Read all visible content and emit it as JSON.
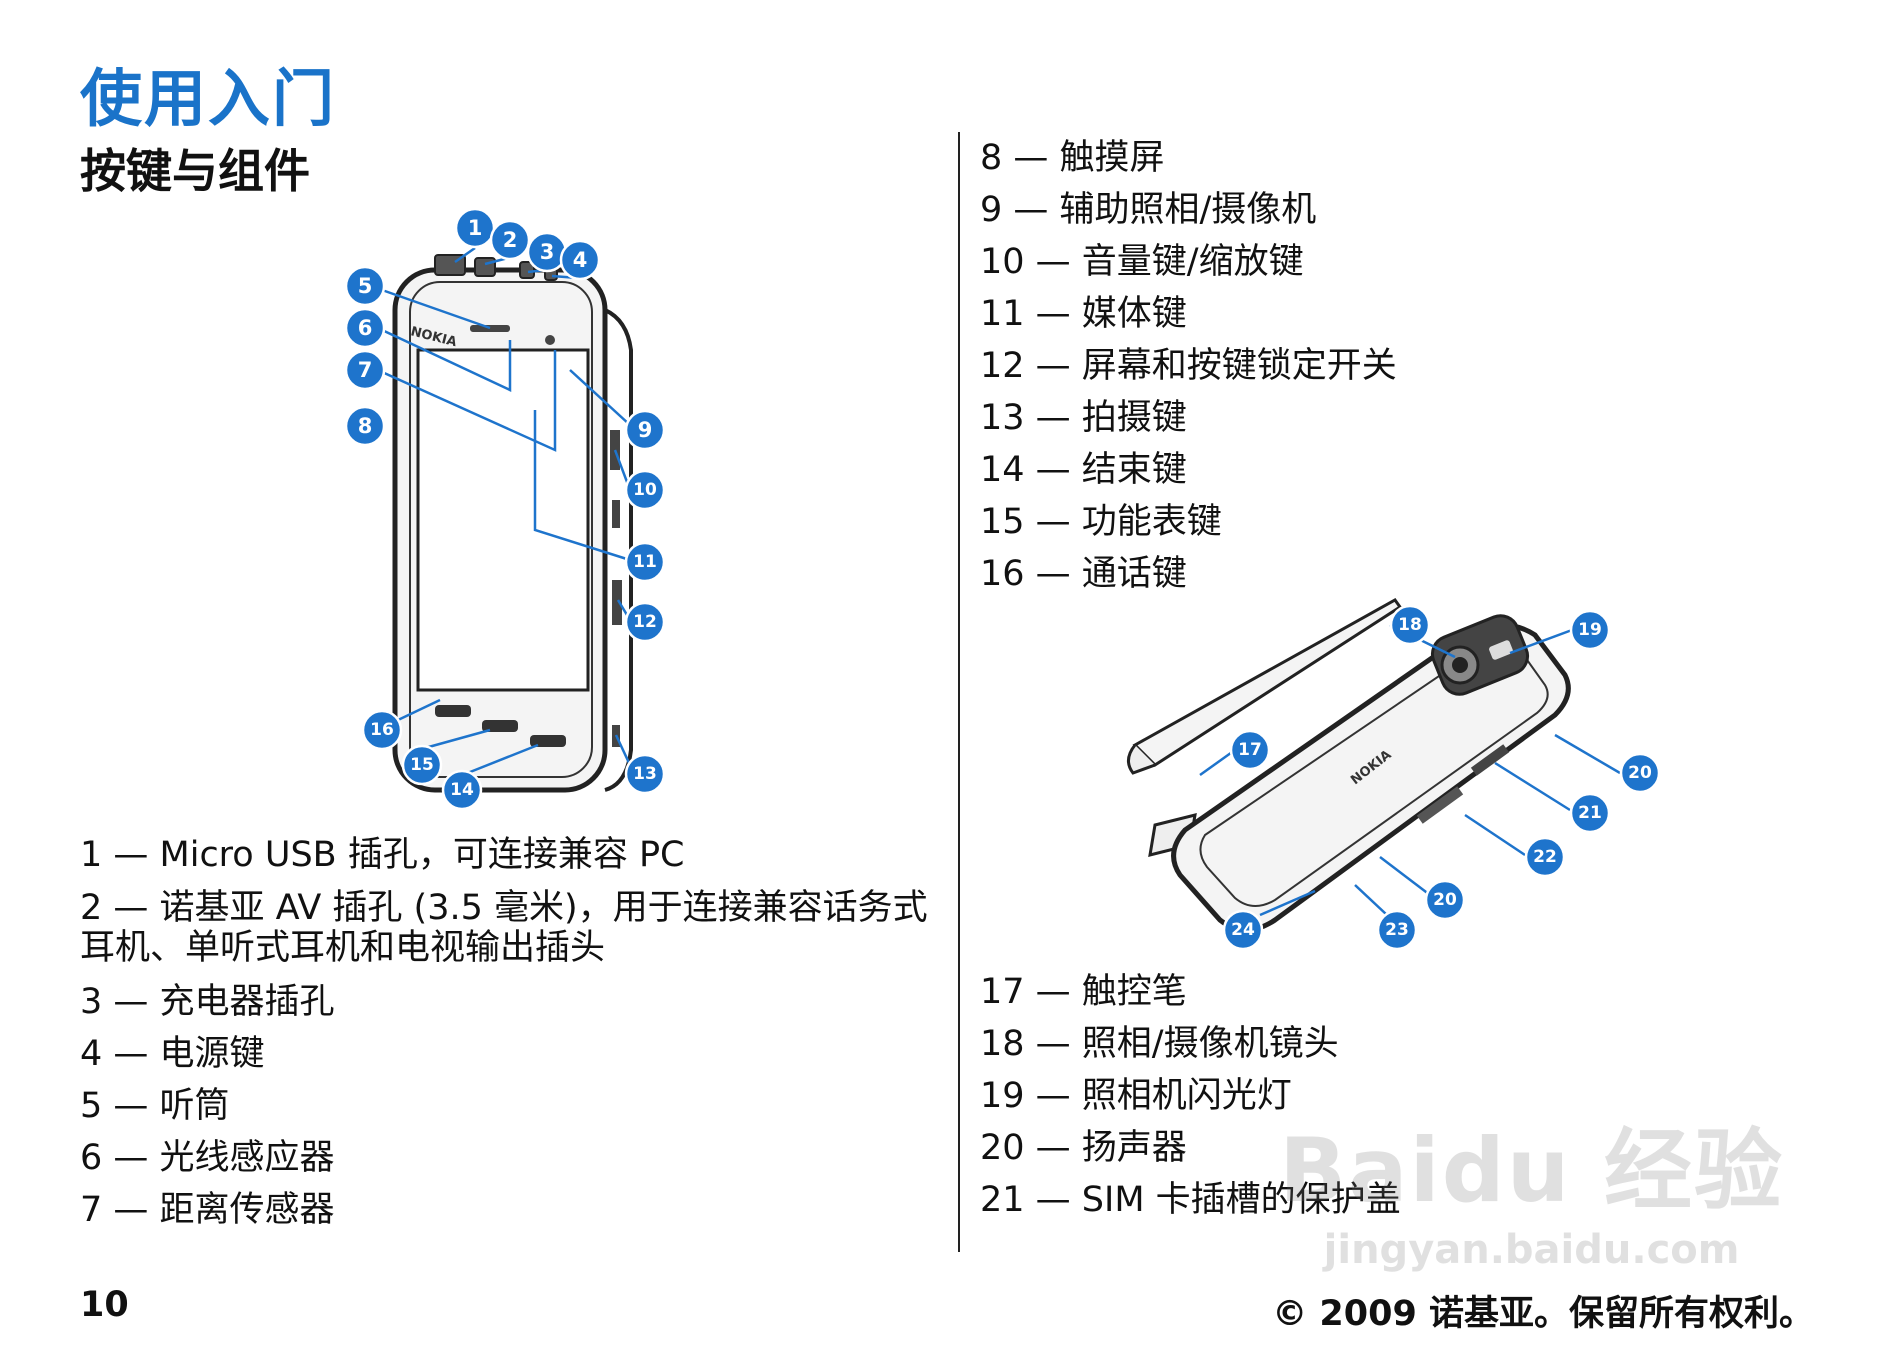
{
  "header": {
    "chapter_title": "使用入门",
    "section_title": "按键与组件"
  },
  "left_items": [
    "1 — Micro USB 插孔，可连接兼容 PC",
    "2 — 诺基亚 AV 插孔 (3.5 毫米)，用于连接兼容话务式耳机、单听式耳机和电视输出插头",
    "3 — 充电器插孔",
    "4 — 电源键",
    "5 — 听筒",
    "6 — 光线感应器",
    "7 — 距离传感器"
  ],
  "right_items_top": [
    "8 — 触摸屏",
    "9 — 辅助照相/摄像机",
    "10 — 音量键/缩放键",
    "11 — 媒体键",
    "12 — 屏幕和按键锁定开关",
    "13 — 拍摄键",
    "14 — 结束键",
    "15 — 功能表键",
    "16 — 通话键"
  ],
  "right_items_bottom": [
    "17 — 触控笔",
    "18 — 照相/摄像机镜头",
    "19 — 照相机闪光灯",
    "20 — 扬声器",
    "21 — SIM 卡插槽的保护盖"
  ],
  "front_callouts": [
    "1",
    "2",
    "3",
    "4",
    "5",
    "6",
    "7",
    "8",
    "9",
    "10",
    "11",
    "12",
    "13",
    "14",
    "15",
    "16"
  ],
  "back_callouts": [
    "17",
    "18",
    "19",
    "20",
    "21",
    "22",
    "20",
    "23",
    "24"
  ],
  "phone_brand": "NOKIA",
  "footer": {
    "page_number": "10",
    "copyright": "© 2009 诺基亚。保留所有权利。"
  },
  "watermark": {
    "line1": "Baidu 经验",
    "line2": "jingyan.baidu.com"
  },
  "colors": {
    "accent": "#1a73c9",
    "callout": "#1e74cc",
    "text": "#111111"
  }
}
